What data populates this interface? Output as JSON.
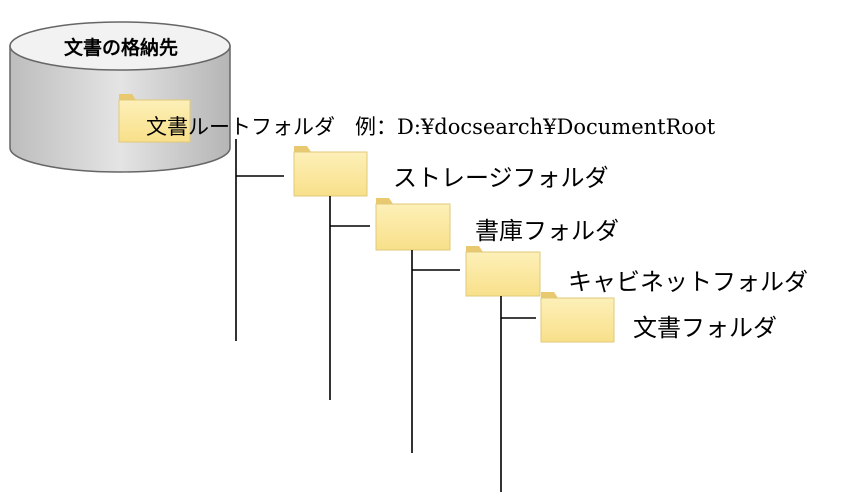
{
  "storage": {
    "title": "文書の格納先"
  },
  "folders": {
    "root": {
      "label": "文書ルートフォルダ",
      "example": "例：D:¥docsearch¥DocumentRoot"
    },
    "storage": {
      "label": "ストレージフォルダ"
    },
    "library": {
      "label": "書庫フォルダ"
    },
    "cabinet": {
      "label": "キャビネットフォルダ"
    },
    "document": {
      "label": "文書フォルダ"
    }
  },
  "colors": {
    "folder_fill": "#fbe9a4",
    "folder_edge": "#e6cf80",
    "cylinder_fill": "#cfcfcf",
    "line": "#000000"
  }
}
